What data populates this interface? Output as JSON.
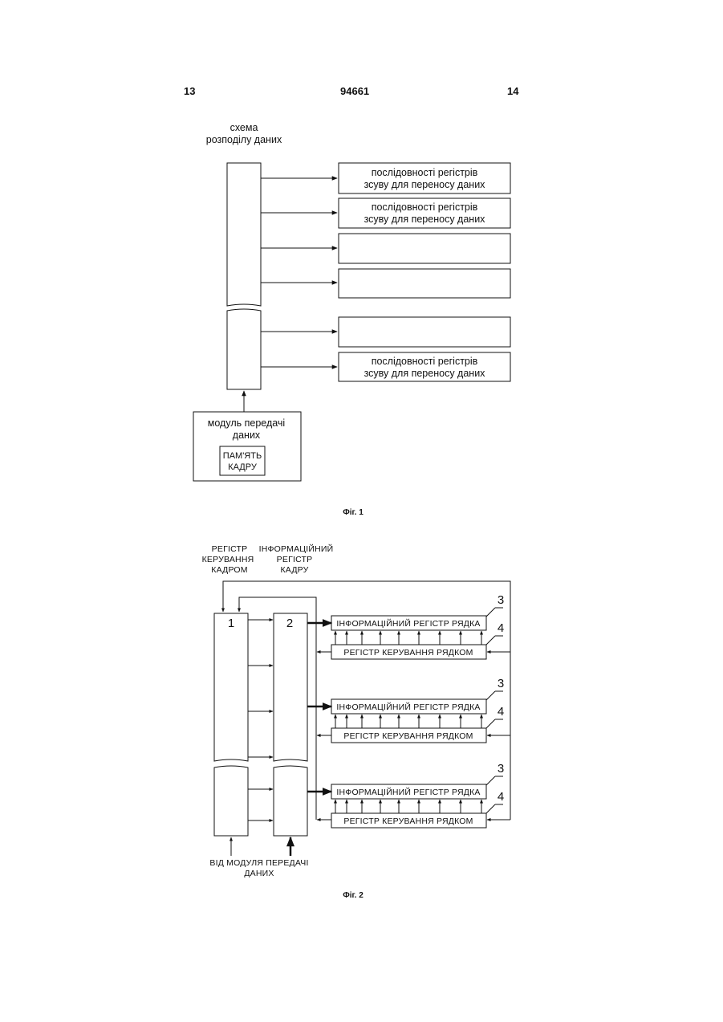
{
  "header": {
    "left_page": "13",
    "patent_no": "94661",
    "right_page": "14"
  },
  "fig1": {
    "distribution_label_1": "схема",
    "distribution_label_2": "розподілу даних",
    "shift_register_label_1": "послідовності регістрів",
    "shift_register_label_2": "зсуву для переносу даних",
    "transfer_module_label_1": "модуль передачі",
    "transfer_module_label_2": "даних",
    "frame_memory_label_1": "ПАМ'ЯТЬ",
    "frame_memory_label_2": "КАДРУ",
    "caption": "Фіг. 1"
  },
  "fig2": {
    "frame_control_reg": [
      "РЕГІСТР",
      "КЕРУВАННЯ",
      "КАДРОМ"
    ],
    "frame_info_reg": [
      "ІНФОРМАЦІЙНИЙ",
      "РЕГІСТР",
      "КАДРУ"
    ],
    "col1_number": "1",
    "col2_number": "2",
    "row_info_reg": "ІНФОРМАЦІЙНИЙ РЕГІСТР РЯДКА",
    "row_control_reg": "РЕГІСТР КЕРУВАННЯ РЯДКОМ",
    "ref_info": "3",
    "ref_ctrl": "4",
    "from_module_1": "ВІД МОДУЛЯ ПЕРЕДАЧІ",
    "from_module_2": "ДАНИХ",
    "caption": "Фіг. 2"
  }
}
